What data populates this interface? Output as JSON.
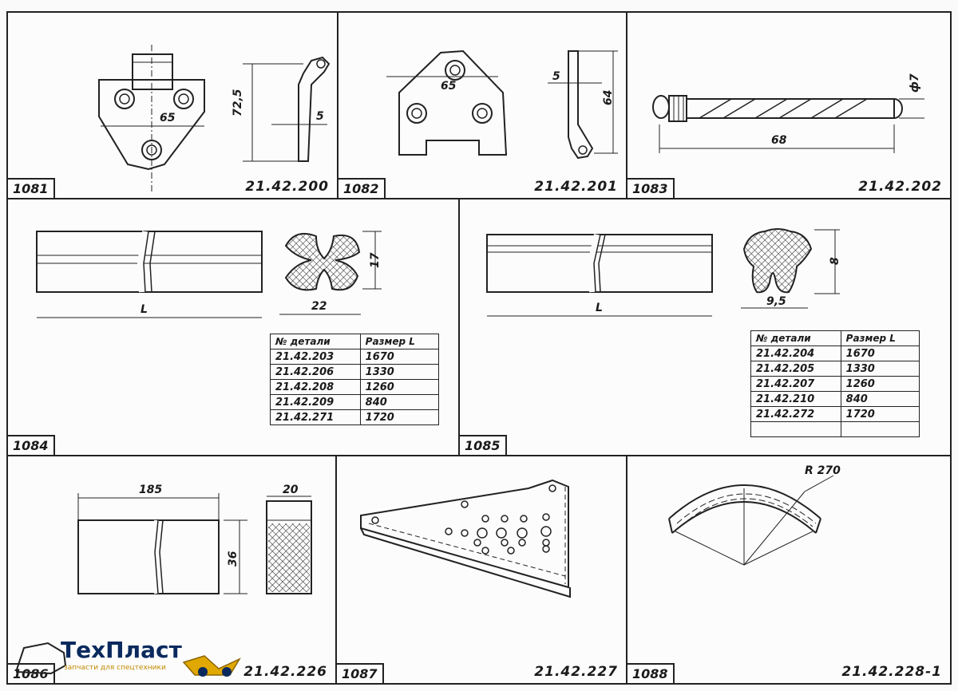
{
  "cells": [
    {
      "id": "1081",
      "code": "21.42.200",
      "dims": [
        "65",
        "72,5",
        "5"
      ]
    },
    {
      "id": "1082",
      "code": "21.42.201",
      "dims": [
        "65",
        "5",
        "64"
      ]
    },
    {
      "id": "1083",
      "code": "21.42.202",
      "dims": [
        "68",
        "ф7"
      ]
    },
    {
      "id": "1084",
      "code": "",
      "dims": [
        "L",
        "22",
        "17"
      ]
    },
    {
      "id": "1085",
      "code": "",
      "dims": [
        "L",
        "9,5",
        "8"
      ]
    },
    {
      "id": "1086",
      "code": "21.42.226",
      "dims": [
        "185",
        "20",
        "36"
      ]
    },
    {
      "id": "1087",
      "code": "21.42.227",
      "dims": []
    },
    {
      "id": "1088",
      "code": "21.42.228-1",
      "dims": [
        "R 270"
      ]
    }
  ],
  "table_1084": {
    "headers": [
      "№ детали",
      "Размер L"
    ],
    "rows": [
      [
        "21.42.203",
        "1670"
      ],
      [
        "21.42.206",
        "1330"
      ],
      [
        "21.42.208",
        "1260"
      ],
      [
        "21.42.209",
        "840"
      ],
      [
        "21.42.271",
        "1720"
      ]
    ]
  },
  "table_1085": {
    "headers": [
      "№ детали",
      "Размер L"
    ],
    "rows": [
      [
        "21.42.204",
        "1670"
      ],
      [
        "21.42.205",
        "1330"
      ],
      [
        "21.42.207",
        "1260"
      ],
      [
        "21.42.210",
        "840"
      ],
      [
        "21.42.272",
        "1720"
      ]
    ]
  },
  "logo": {
    "brand": "ТехПласт",
    "tagline": "запчасти для спецтехники",
    "colors": {
      "brand_blue": "#0a2a5e",
      "brand_gold": "#e0a800"
    }
  }
}
